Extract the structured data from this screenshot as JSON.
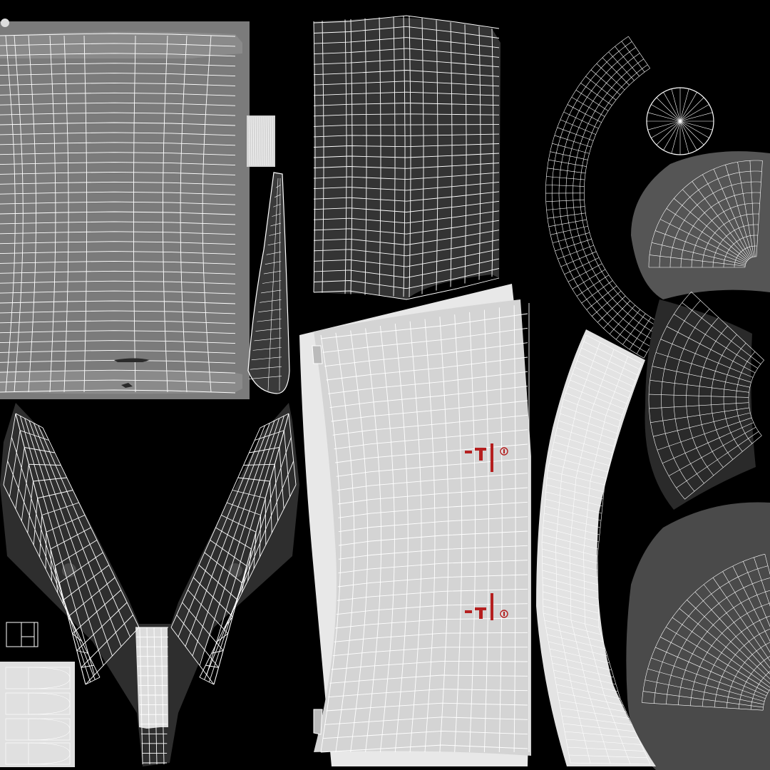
{
  "colors": {
    "background": "#000000",
    "wireframe": "#ffffff",
    "panel_mid_gray": "#7b7b7b",
    "panel_dark_gray": "#353535",
    "panel_light": "#e6e6e6",
    "halo_gray": "#5a5a5a",
    "decal_red": "#b51f1f"
  },
  "uv_islands": [
    {
      "id": "tall-gray-panel",
      "shade": "mid-gray",
      "wire": "grid"
    },
    {
      "id": "small-strip",
      "shade": "light",
      "wire": "vertical-lines"
    },
    {
      "id": "tapered-blade",
      "shade": "dark-gray",
      "wire": "grid"
    },
    {
      "id": "dark-front-panel",
      "shade": "dark-gray",
      "wire": "grid"
    },
    {
      "id": "arc-strip",
      "shade": "black",
      "wire": "radial-grid"
    },
    {
      "id": "circle-cap",
      "shade": "black",
      "wire": "spokes"
    },
    {
      "id": "fan-piece-top",
      "shade": "dark-gray",
      "wire": "radial-grid"
    },
    {
      "id": "fan-piece-mid",
      "shade": "black",
      "wire": "radial-grid"
    },
    {
      "id": "fan-piece-bottom",
      "shade": "dark-gray",
      "wire": "radial-grid"
    },
    {
      "id": "white-curved-panel",
      "shade": "light",
      "wire": "grid"
    },
    {
      "id": "white-strip",
      "shade": "light",
      "wire": "grid"
    },
    {
      "id": "v-shape-piece",
      "shade": "dark-gray",
      "wire": "grid"
    },
    {
      "id": "small-square",
      "shade": "black",
      "wire": "outline"
    },
    {
      "id": "light-tiles-box",
      "shade": "light",
      "wire": "tiles"
    }
  ],
  "decals": [
    {
      "id": "red-marking-upper",
      "symbol": "circled-digit"
    },
    {
      "id": "red-marking-lower",
      "symbol": "circled-digit"
    }
  ]
}
